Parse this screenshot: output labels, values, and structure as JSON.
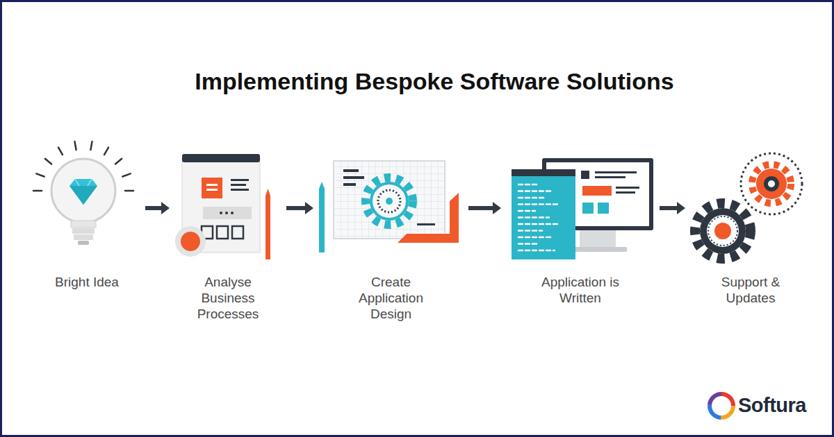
{
  "diagram": {
    "title": "Implementing Bespoke Software Solutions",
    "nodes": [
      {
        "text": [
          "Bright Idea"
        ]
      },
      {
        "text": [
          "Analyse Business Processes"
        ]
      },
      {
        "text": [
          "Create Application Design"
        ]
      },
      {
        "text": [
          "Application is Written"
        ]
      },
      {
        "text": [
          "Support & Updates"
        ]
      }
    ],
    "edges": [
      {
        "from": 0,
        "to": 1,
        "arrow": "to"
      },
      {
        "from": 1,
        "to": 2,
        "arrow": "to"
      },
      {
        "from": 2,
        "to": 3,
        "arrow": "to"
      },
      {
        "from": 3,
        "to": 4,
        "arrow": "to"
      }
    ],
    "labels": [
      "Softura"
    ]
  }
}
